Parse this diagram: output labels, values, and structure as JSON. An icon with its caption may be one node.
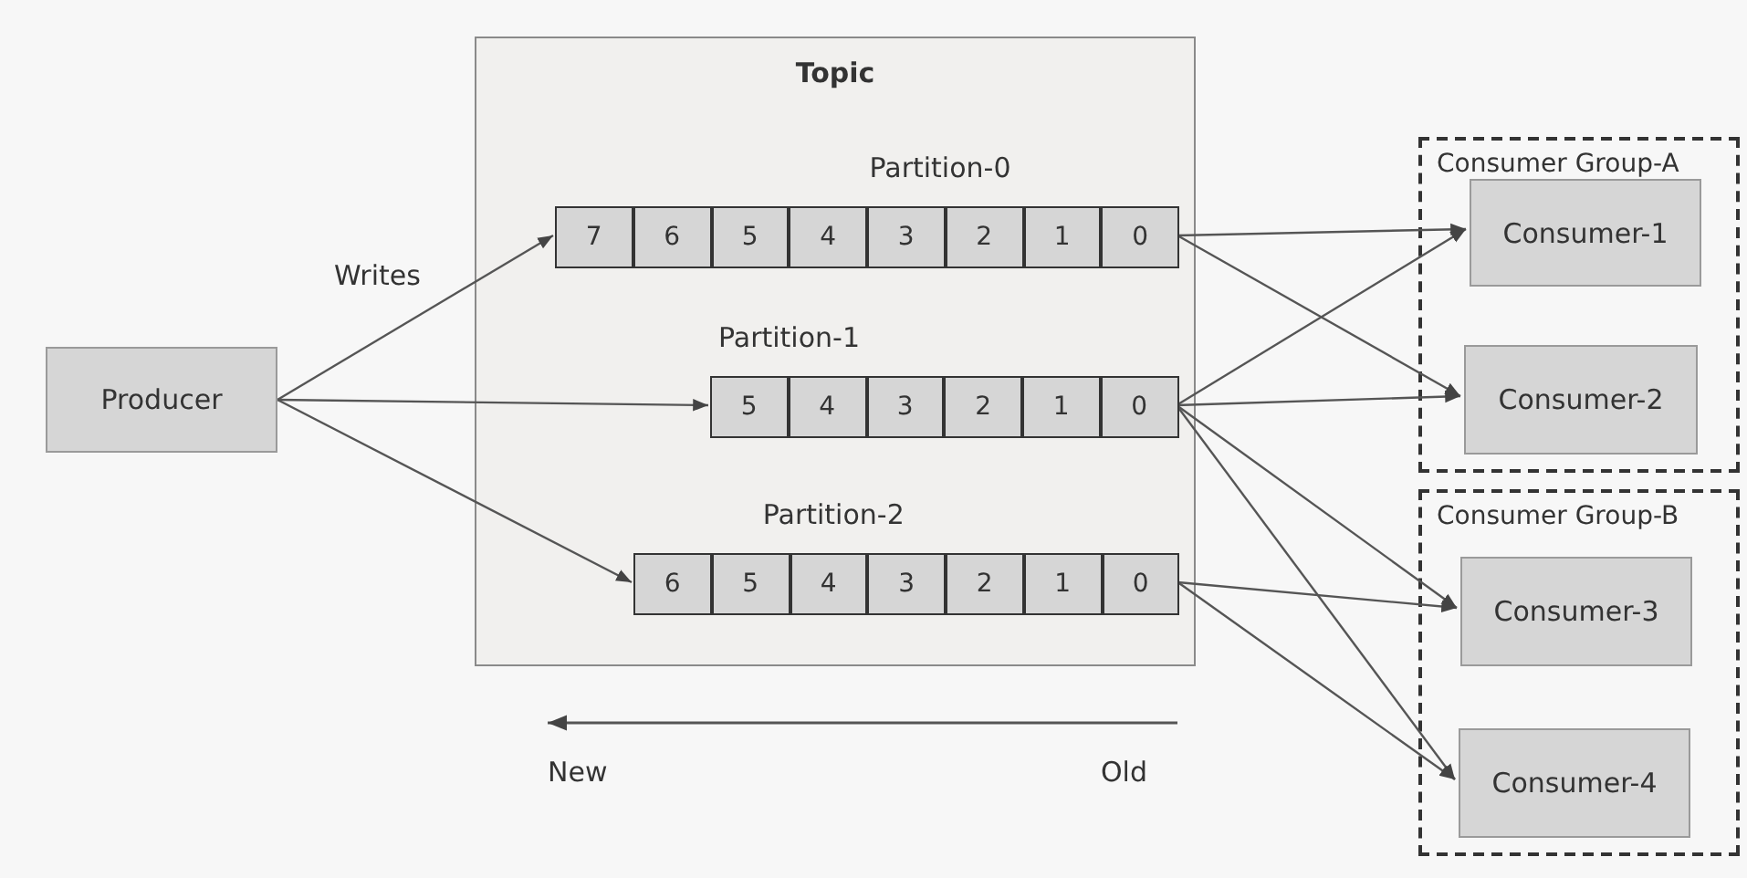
{
  "diagram": {
    "nodes": [
      {
        "text": [
          "Producer"
        ]
      },
      {
        "text": [
          "Topic"
        ]
      },
      {
        "text": [
          "Partition-0"
        ],
        "in": 1
      },
      {
        "text": [
          "7"
        ],
        "in": 2
      },
      {
        "text": [
          "6"
        ],
        "in": 2
      },
      {
        "text": [
          "5"
        ],
        "in": 2
      },
      {
        "text": [
          "4"
        ],
        "in": 2
      },
      {
        "text": [
          "3"
        ],
        "in": 2
      },
      {
        "text": [
          "2"
        ],
        "in": 2
      },
      {
        "text": [
          "1"
        ],
        "in": 2
      },
      {
        "text": [
          "0"
        ],
        "in": 2
      },
      {
        "text": [
          "Partition-1"
        ],
        "in": 1
      },
      {
        "text": [
          "5"
        ],
        "in": 11
      },
      {
        "text": [
          "4"
        ],
        "in": 11
      },
      {
        "text": [
          "3"
        ],
        "in": 11
      },
      {
        "text": [
          "2"
        ],
        "in": 11
      },
      {
        "text": [
          "1"
        ],
        "in": 11
      },
      {
        "text": [
          "0"
        ],
        "in": 11
      },
      {
        "text": [
          "Partition-2"
        ],
        "in": 1
      },
      {
        "text": [
          "6"
        ],
        "in": 18
      },
      {
        "text": [
          "5"
        ],
        "in": 18
      },
      {
        "text": [
          "4"
        ],
        "in": 18
      },
      {
        "text": [
          "3"
        ],
        "in": 18
      },
      {
        "text": [
          "2"
        ],
        "in": 18
      },
      {
        "text": [
          "1"
        ],
        "in": 18
      },
      {
        "text": [
          "0"
        ],
        "in": 18
      },
      {
        "text": [
          "Consumer Group-A"
        ]
      },
      {
        "text": [
          "Consumer-1"
        ],
        "in": 26
      },
      {
        "text": [
          "Consumer-2"
        ],
        "in": 26
      },
      {
        "text": [
          "Consumer Group-B"
        ]
      },
      {
        "text": [
          "Consumer-3"
        ],
        "in": 29
      },
      {
        "text": [
          "Consumer-4"
        ],
        "in": 29
      }
    ],
    "edges": [
      {
        "from": 0,
        "to": 3,
        "arrow": "to",
        "label": "Writes"
      },
      {
        "from": 0,
        "to": 12,
        "arrow": "to"
      },
      {
        "from": 0,
        "to": 19,
        "arrow": "to"
      },
      {
        "from": 10,
        "to": 27,
        "arrow": "to"
      },
      {
        "from": 10,
        "to": 28,
        "arrow": "to"
      },
      {
        "from": 17,
        "to": 27,
        "arrow": "to"
      },
      {
        "from": 17,
        "to": 28,
        "arrow": "to"
      },
      {
        "from": 17,
        "to": 30,
        "arrow": "to"
      },
      {
        "from": 17,
        "to": 31,
        "arrow": "to"
      },
      {
        "from": 25,
        "to": 30,
        "arrow": "to"
      },
      {
        "from": 25,
        "to": 31,
        "arrow": "to"
      }
    ],
    "labels": [
      "New",
      "Old"
    ]
  }
}
